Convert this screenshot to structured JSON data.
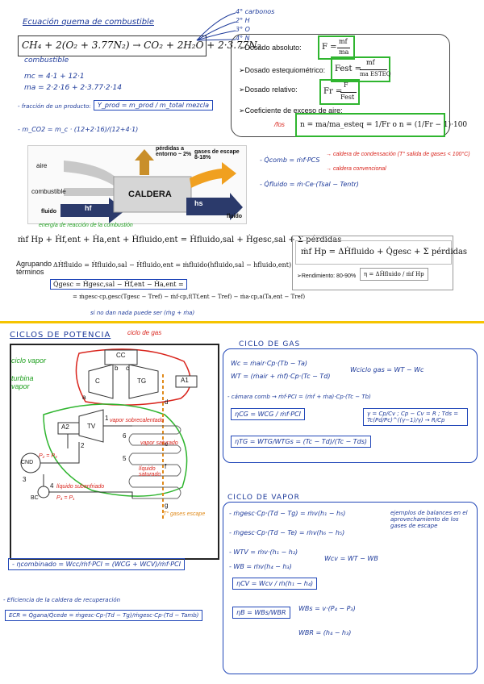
{
  "top": {
    "title": "Ecuación quema de combustible",
    "main_equation": "CH₄ + 2(O₂ + 3.77N₂) → CO₂ + 2H₂O + 2·3.77N₂",
    "comb_label": "combustible",
    "notes": {
      "n1": "4° carbonos",
      "n2": "2° H",
      "n3": "3° O",
      "n4": "4° N"
    },
    "mc": "mc = 4·1 + 12·1",
    "ma": "ma = 2·2·16 + 2·3.77·2·14",
    "fraccion_label": "- fracción de un producto:",
    "fraccion_formula": "Y_prod = m_prod / m_total mezcla",
    "mco2": "- m_CO2 = m_c · (12+2·16)/(12+4·1)",
    "dosado_absoluto": "➢Dosado absoluto:",
    "dosado_esteq": "➢Dosado estequiométrico:",
    "dosado_relativo": "➢Dosado relativo:",
    "coef_exceso": "➢Coeficiente de exceso de aire:",
    "f_abs": {
      "lhs": "F =",
      "num": "mf",
      "den": "ma"
    },
    "f_est": {
      "lhs": "Fest =",
      "num": "mf",
      "den": "ma ESTEQ"
    },
    "f_rel": {
      "lhs": "Fr =",
      "num": "F",
      "den": "Fest"
    },
    "n_eq": "n = ma/ma_esteq = 1/Fr   o   n = (1/Fr − 1)·100",
    "fos": "/fos",
    "q_comb": "- Q̇comb = ṁf·PCS",
    "pcs_note": "→ caldera de condensación (T° salida de gases < 100°C)",
    "pci_note": "→ caldera convencional",
    "q_fluido": "- Q̇fluido = ṁ·Ce·(Tsal − Tentr)",
    "diagram": {
      "aire": "aire",
      "combustible": "combustible",
      "fluido_in": "fluido",
      "fluido_out": "fluido",
      "caldera": "CALDERA",
      "hf": "hf",
      "hs": "hs",
      "perdidas": "pérdidas a entorno ~ 2%",
      "gases": "gases de escape 8-18%"
    },
    "energy_note": "energía de reacción de la combustión",
    "energy_balance": "ṁf Hp + Ḣf,ent + Ḣa,ent + Ḣfluido,ent = Ḣfluido,sal + Ḣgesc,sal + Σ pérdidas",
    "agrupando": "Agrupando términos",
    "delta_h": "ΔḢfluido = Ḣfluido,sal − Ḣfluido,ent = ṁfluido(hfluido,sal − hfluido,ent)",
    "q_gesc": "Q̇gesc = Ḣgesc,sal − Ḣf,ent − Ḣa,ent =",
    "q_gesc2": "= ṁgesc·cp,gesc(Tgesc − Tref) − ṁf·cp,f(Tf,ent − Tref) − ṁa·cp,a(Ta,ent − Tref)",
    "no_dan": "si no dan nada puede ser (ṁg + ṁa)",
    "right_eq": "ṁf Hp = ΔḢfluido + Q̇gesc + Σ pérdidas",
    "rend_label": "➢Rendimiento: 80-90%",
    "rend_eq": "η = ΔḢfluido / ṁf Hp"
  },
  "bottom": {
    "title": "CICLOS DE POTENCIA",
    "ciclo_gas": "ciclo de gas",
    "ciclo_vapor": "ciclo vapor",
    "turbina_vapor": "turbina vapor",
    "vapor_sobre": "vapor sobrecalentado",
    "vapor_sat": "vapor saturado",
    "liq_sat": "líquido saturado",
    "liq_sub": "líquido subenfriado",
    "p2p3": "P₂ = P₃",
    "p4p1": "P₄ = P₁",
    "gases_escape": "T° gases escape",
    "labels": {
      "cc": "CC",
      "c": "C",
      "tg": "TG",
      "a1": "A1",
      "a2": "A2",
      "tv": "TV",
      "cnd": "CND",
      "bc": "BC"
    },
    "points": {
      "p1": "1",
      "p2": "2",
      "p3": "3",
      "p4": "4",
      "p5": "5",
      "p6": "6",
      "pa": "a",
      "pb": "b",
      "pc": "c",
      "pd": "d",
      "pe": "e",
      "pf": "f",
      "pg": "g"
    },
    "cg_title": "CICLO DE GAS",
    "wc": "Wc = ṁair·Cp·(Tb − Ta)",
    "wt": "WT = (ṁair + ṁf)·Cp·(Tc − Td)",
    "wciclo": "Wciclo gas = WT − Wc",
    "camara": "- cámara comb → ṁf·PCI = (ṁf + ṁa)·Cp·(Tc − Tb)",
    "ncg": "ηCG = WCG / ṁf·PCI",
    "ntg": "ηTG = WTG/WTGs = (Tc − Td)/(Tc − Tds)",
    "gamma": "γ = Cp/Cv ; Cp − Cv = R ; Tds = Tc(Pd/Pc)^((γ−1)/γ) → R/Cp",
    "cv_title": "CICLO DE VAPOR",
    "mgesc1": "- ṁgesc·Cp·(Td − Tg) = ṁv(h₁ − h₅)",
    "mgesc2": "- ṁgesc·Cp·(Td − Te) = ṁv(h₆ − h₅)",
    "balances": "ejemplos de balances en el aprovechamiento de los gases de escape",
    "wtv": "- WTV = ṁv·(h₁ − h₂)",
    "wb": "- WB = ṁv(h₄ − h₃)",
    "wcv": "Wcv = WT − WB",
    "ncv": "ηCV = Wcv / ṁ(h₁ − h₄)",
    "nb": "ηB = WBs/WBR",
    "wbs": "WBs = v·(P₄ − P₃)",
    "wbr": "WBR = (h₄ − h₃)",
    "ncomb": "- ηcombinado = Wcc/ṁf·PCI = (WCG + WCV)/ṁf·PCI",
    "eficiencia": "- Eficiencia de la caldera de recuperación",
    "ecr": "ECR = Q̇gana/Q̇cede = ṁgesc·Cp·(Td − Tg)/ṁgesc·Cp·(Td − Tamb)"
  },
  "colors": {
    "ink": "#1d3a9a",
    "green": "#2fb52f",
    "red": "#d9241c",
    "orange": "#e08a1a",
    "yellow": "#f5c400",
    "dark_blue": "#2b3a6b"
  }
}
